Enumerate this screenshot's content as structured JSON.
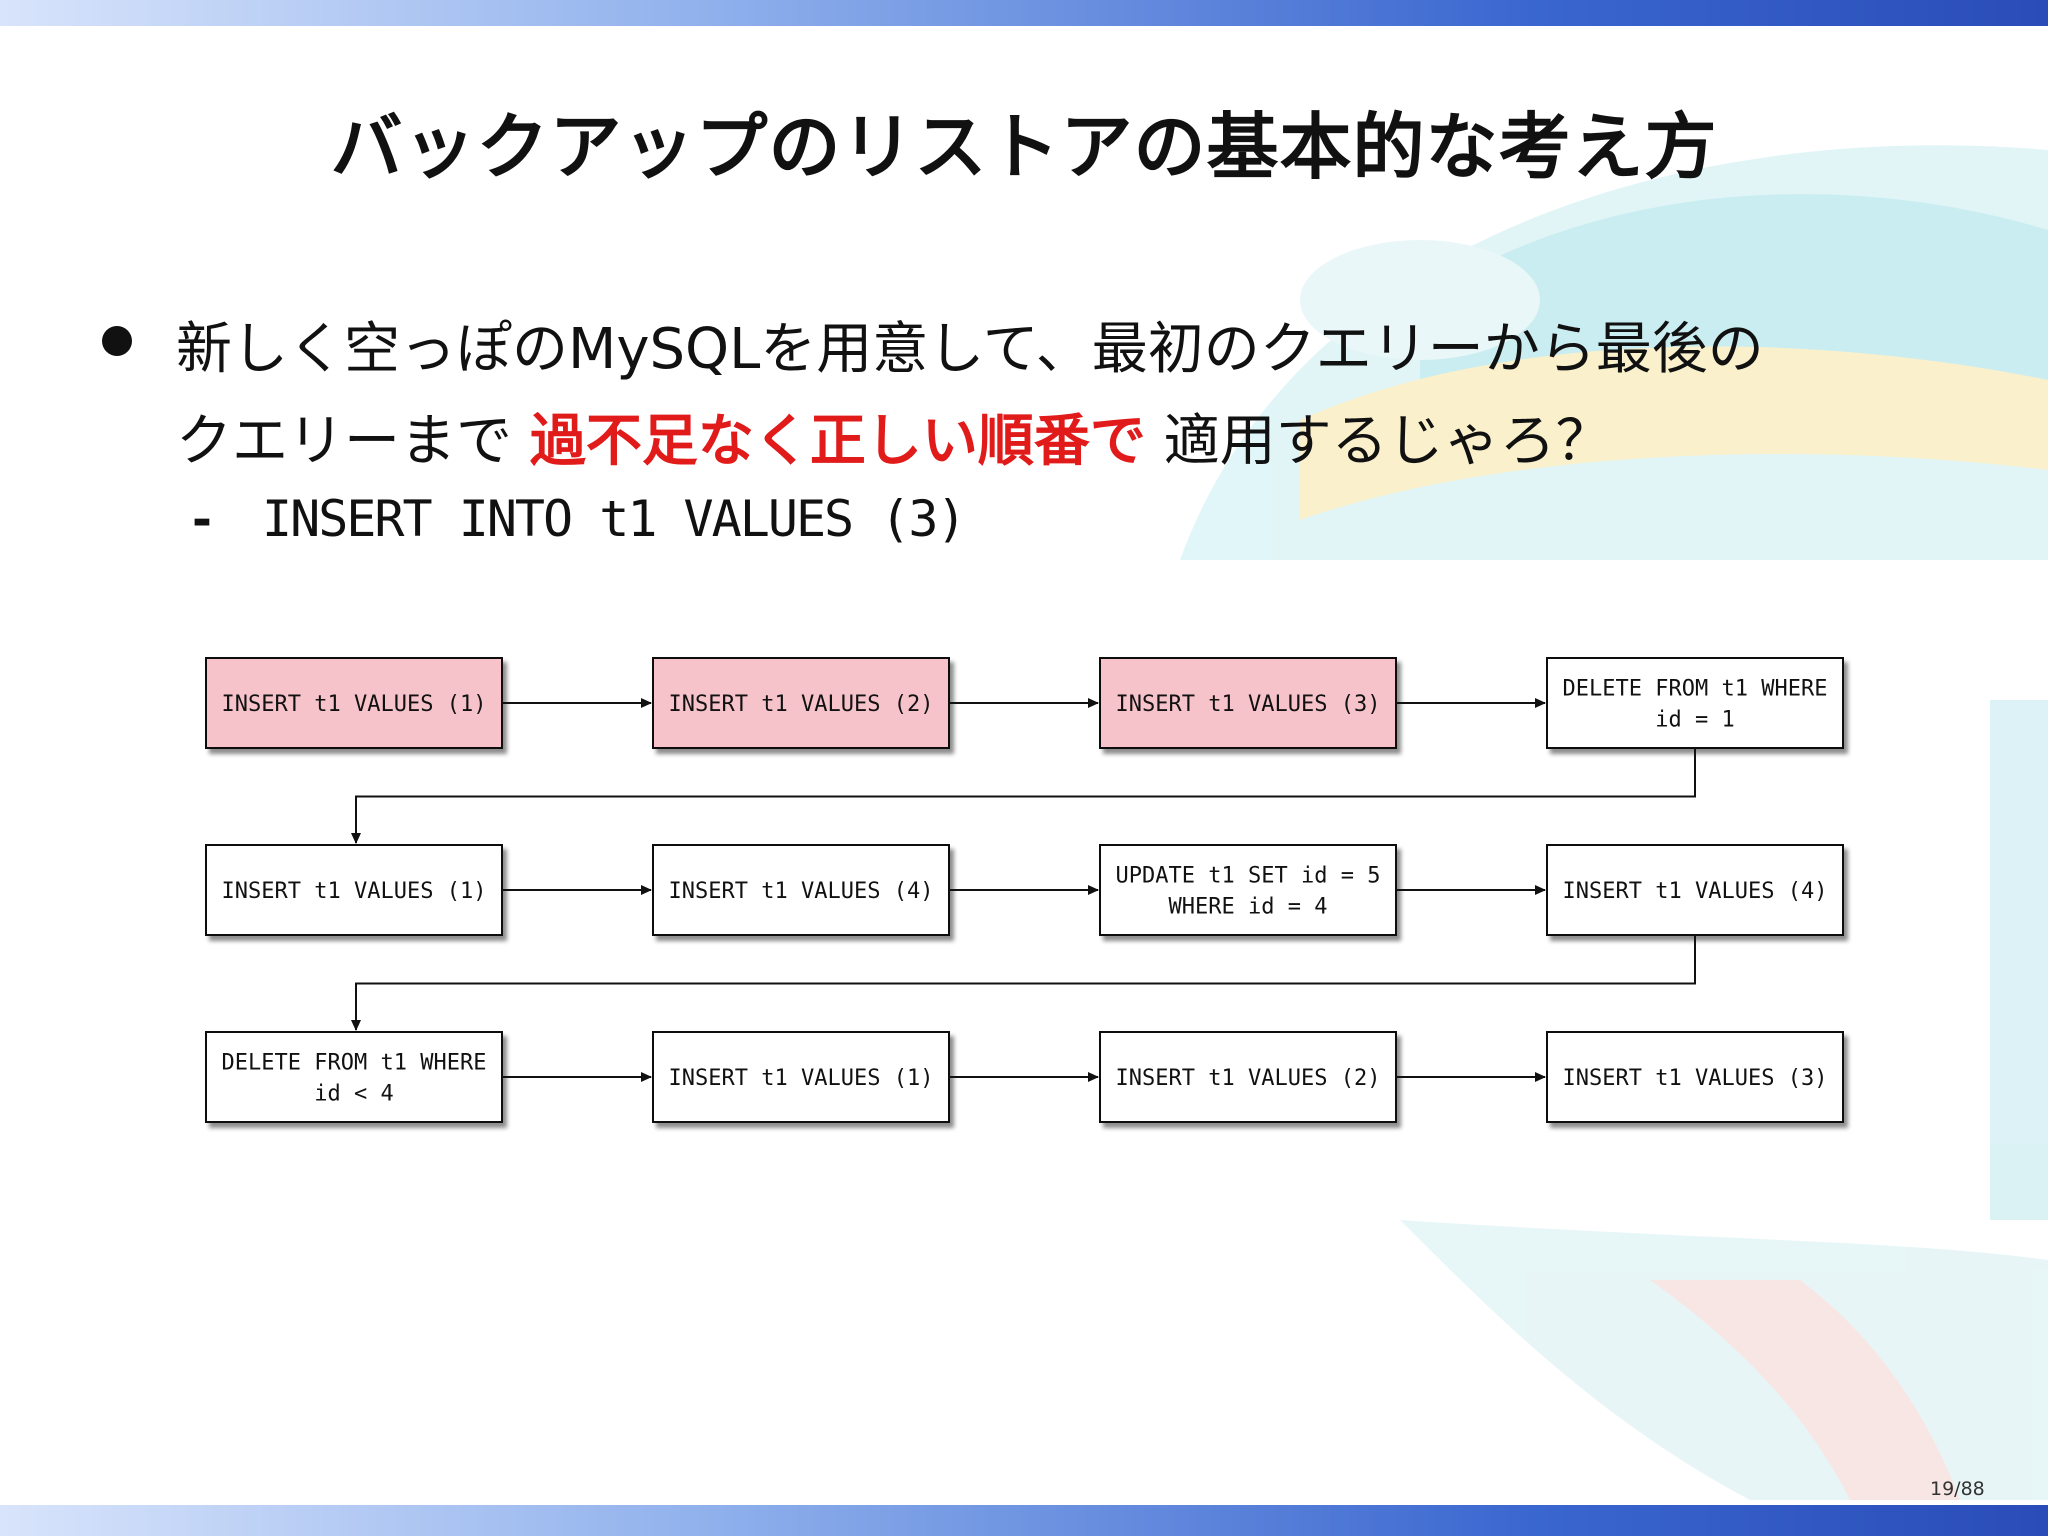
{
  "slide": {
    "title": "バックアップのリストアの基本的な考え方",
    "bullet": {
      "text_before": "新しく空っぽのMySQLを用意して、最初のクエリーから最後の",
      "line2_before": "クエリーまで ",
      "highlight": "過不足なく正しい順番で",
      "line2_after": " 適用するじゃろ？",
      "highlight_color": "#e11a1a"
    },
    "sub_bullet": {
      "marker": "-",
      "code": "INSERT INTO t1 VALUES (3)"
    },
    "page_number": "19/88"
  },
  "diagram": {
    "highlight_fill": "#f7c3cb",
    "normal_fill": "#ffffff",
    "rows": [
      [
        {
          "lines": [
            "INSERT t1 VALUES (1)"
          ],
          "highlighted": true
        },
        {
          "lines": [
            "INSERT t1 VALUES (2)"
          ],
          "highlighted": true
        },
        {
          "lines": [
            "INSERT t1 VALUES (3)"
          ],
          "highlighted": true
        },
        {
          "lines": [
            "DELETE FROM t1 WHERE",
            "id = 1"
          ],
          "highlighted": false
        }
      ],
      [
        {
          "lines": [
            "INSERT t1 VALUES (1)"
          ],
          "highlighted": false
        },
        {
          "lines": [
            "INSERT t1 VALUES (4)"
          ],
          "highlighted": false
        },
        {
          "lines": [
            "UPDATE t1 SET id = 5",
            "WHERE id = 4"
          ],
          "highlighted": false
        },
        {
          "lines": [
            "INSERT t1 VALUES (4)"
          ],
          "highlighted": false
        }
      ],
      [
        {
          "lines": [
            "DELETE FROM t1 WHERE",
            "id < 4"
          ],
          "highlighted": false
        },
        {
          "lines": [
            "INSERT t1 VALUES (1)"
          ],
          "highlighted": false
        },
        {
          "lines": [
            "INSERT t1 VALUES (2)"
          ],
          "highlighted": false
        },
        {
          "lines": [
            "INSERT t1 VALUES (3)"
          ],
          "highlighted": false
        }
      ]
    ]
  }
}
